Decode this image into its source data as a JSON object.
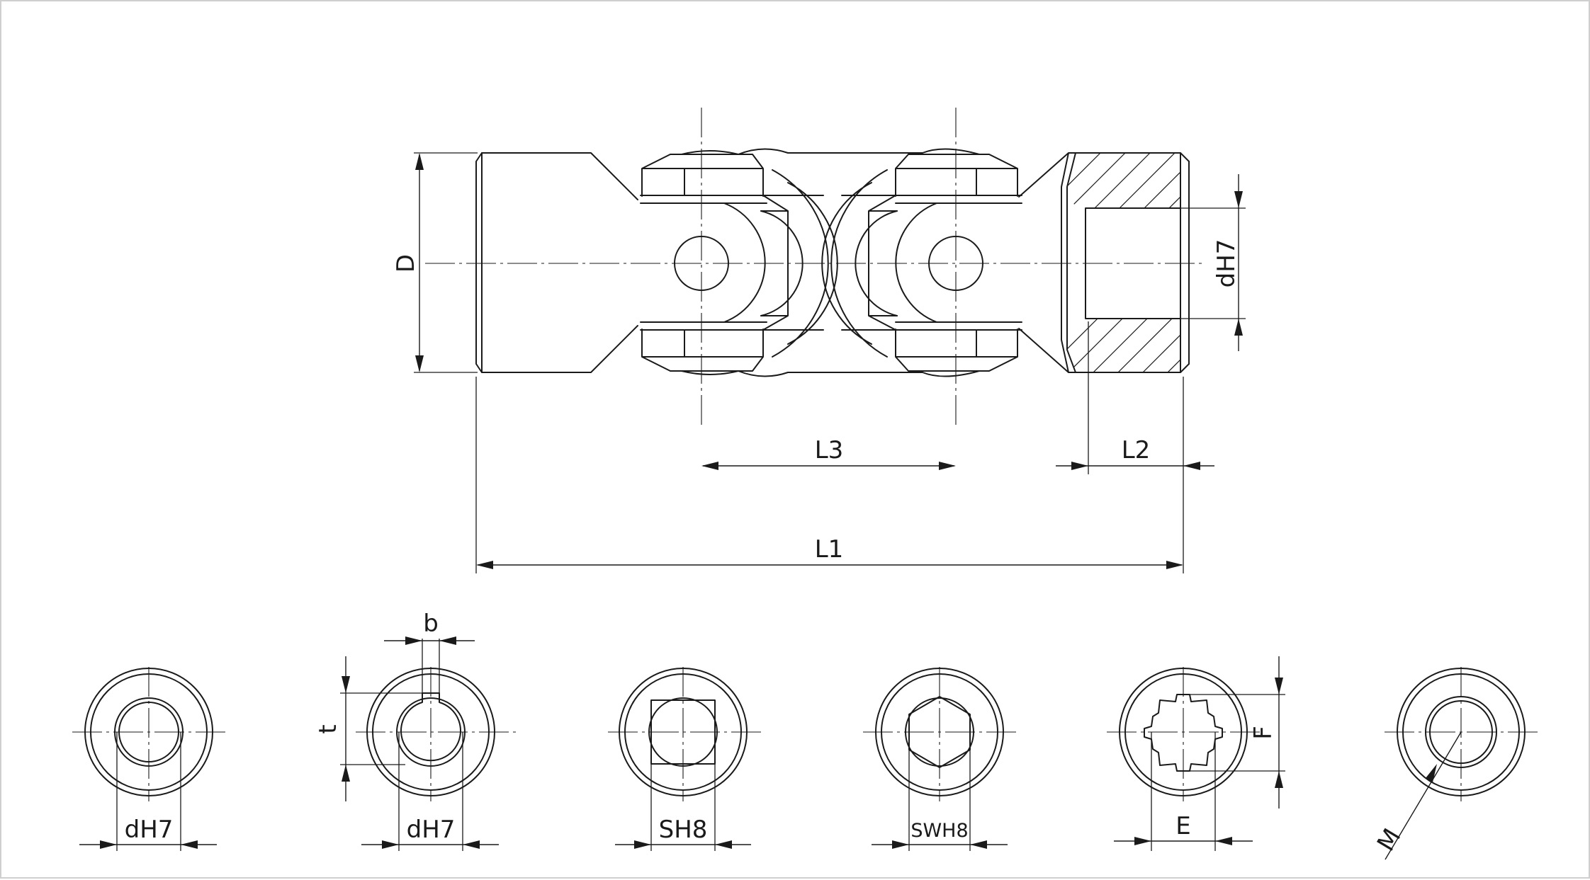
{
  "drawing": {
    "labels": {
      "D": "D",
      "dH7": "dH7",
      "L1": "L1",
      "L2": "L2",
      "L3": "L3",
      "b": "b",
      "t": "t",
      "SH8": "SH8",
      "SWH8": "SWH8",
      "E": "E",
      "F": "F",
      "M": "M"
    },
    "end_views": [
      "round-bore",
      "keyway-bore",
      "square-bore",
      "hex-bore",
      "spline-bore",
      "thread-bore"
    ]
  }
}
